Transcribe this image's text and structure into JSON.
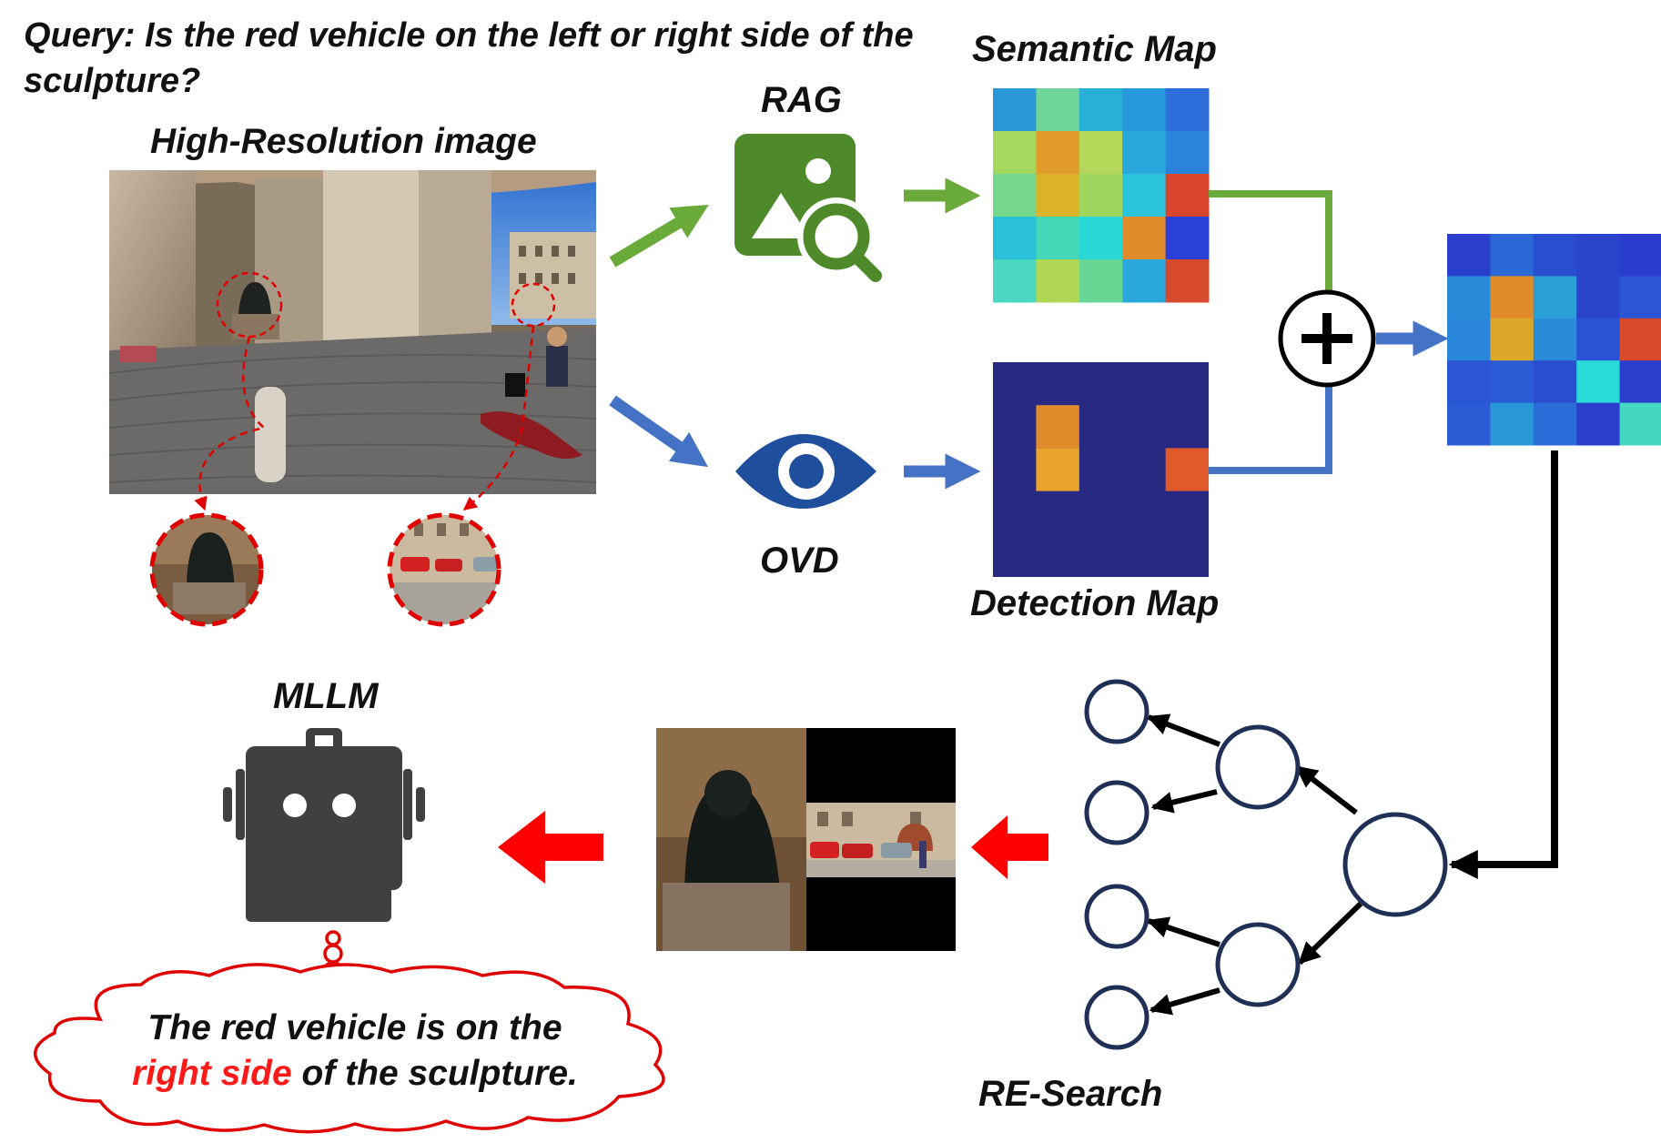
{
  "query": "Query: Is the red vehicle on the left or right side of the sculpture?",
  "labels": {
    "high_res_image": "High-Resolution image",
    "rag": "RAG",
    "ovd": "OVD",
    "semantic_map": "Semantic Map",
    "detection_map": "Detection Map",
    "mllm": "MLLM",
    "re_search": "RE-Search"
  },
  "answer": {
    "line1": "The red vehicle is on the",
    "highlight": "right side",
    "line2_rest": " of the sculpture."
  },
  "icons": {
    "rag": "image-search-icon",
    "ovd": "eye-icon",
    "fusion": "plus-circle-icon",
    "mllm": "robot-icon",
    "thought": "thought-cloud-icon"
  },
  "colors": {
    "green": "#6aaa3a",
    "green_icon": "#4e8a2a",
    "blue": "#4472c4",
    "eye_blue": "#1f4e9c",
    "red": "#ff0000",
    "navy": "#1f2f55",
    "det_bg": "#272a80",
    "robot": "#404040"
  },
  "semantic_map_cells": [
    [
      "#2a98d8",
      "#6fd598",
      "#28b0d9",
      "#2798dc",
      "#2f6fdc"
    ],
    [
      "#a4d85e",
      "#e29c2c",
      "#b5d85a",
      "#2aa8dc",
      "#2b84dc"
    ],
    [
      "#76d88c",
      "#dcb22a",
      "#9fd65e",
      "#2bc4dc",
      "#d8442c"
    ],
    [
      "#2ac0d8",
      "#44d8b8",
      "#2ad8d8",
      "#e08c2c",
      "#2a40d8"
    ],
    [
      "#4ad8c4",
      "#b0d854",
      "#66d894",
      "#2aa8dc",
      "#d84a2c"
    ]
  ],
  "fused_map_cells": [
    [
      "#2a40cc",
      "#2a68d8",
      "#2a4ed0",
      "#2a44cc",
      "#2a3ccc"
    ],
    [
      "#2a8ad8",
      "#e08c2c",
      "#2aa0d8",
      "#2a44cc",
      "#2a56d4"
    ],
    [
      "#2a86d8",
      "#dca82c",
      "#2a8ad8",
      "#2a52d4",
      "#d84a2c"
    ],
    [
      "#2a56d4",
      "#2a5ad4",
      "#2a4ed0",
      "#2adad8",
      "#2a40cc"
    ],
    [
      "#2a5ad4",
      "#2a98d8",
      "#2a6cd8",
      "#2a40cc",
      "#44d8c0"
    ]
  ],
  "detection_map_cells": [
    {
      "row": 1,
      "col": 1,
      "color": "#e08a2c"
    },
    {
      "row": 2,
      "col": 1,
      "color": "#e8a42c"
    },
    {
      "row": 2,
      "col": 4,
      "color": "#e05a2c"
    }
  ]
}
